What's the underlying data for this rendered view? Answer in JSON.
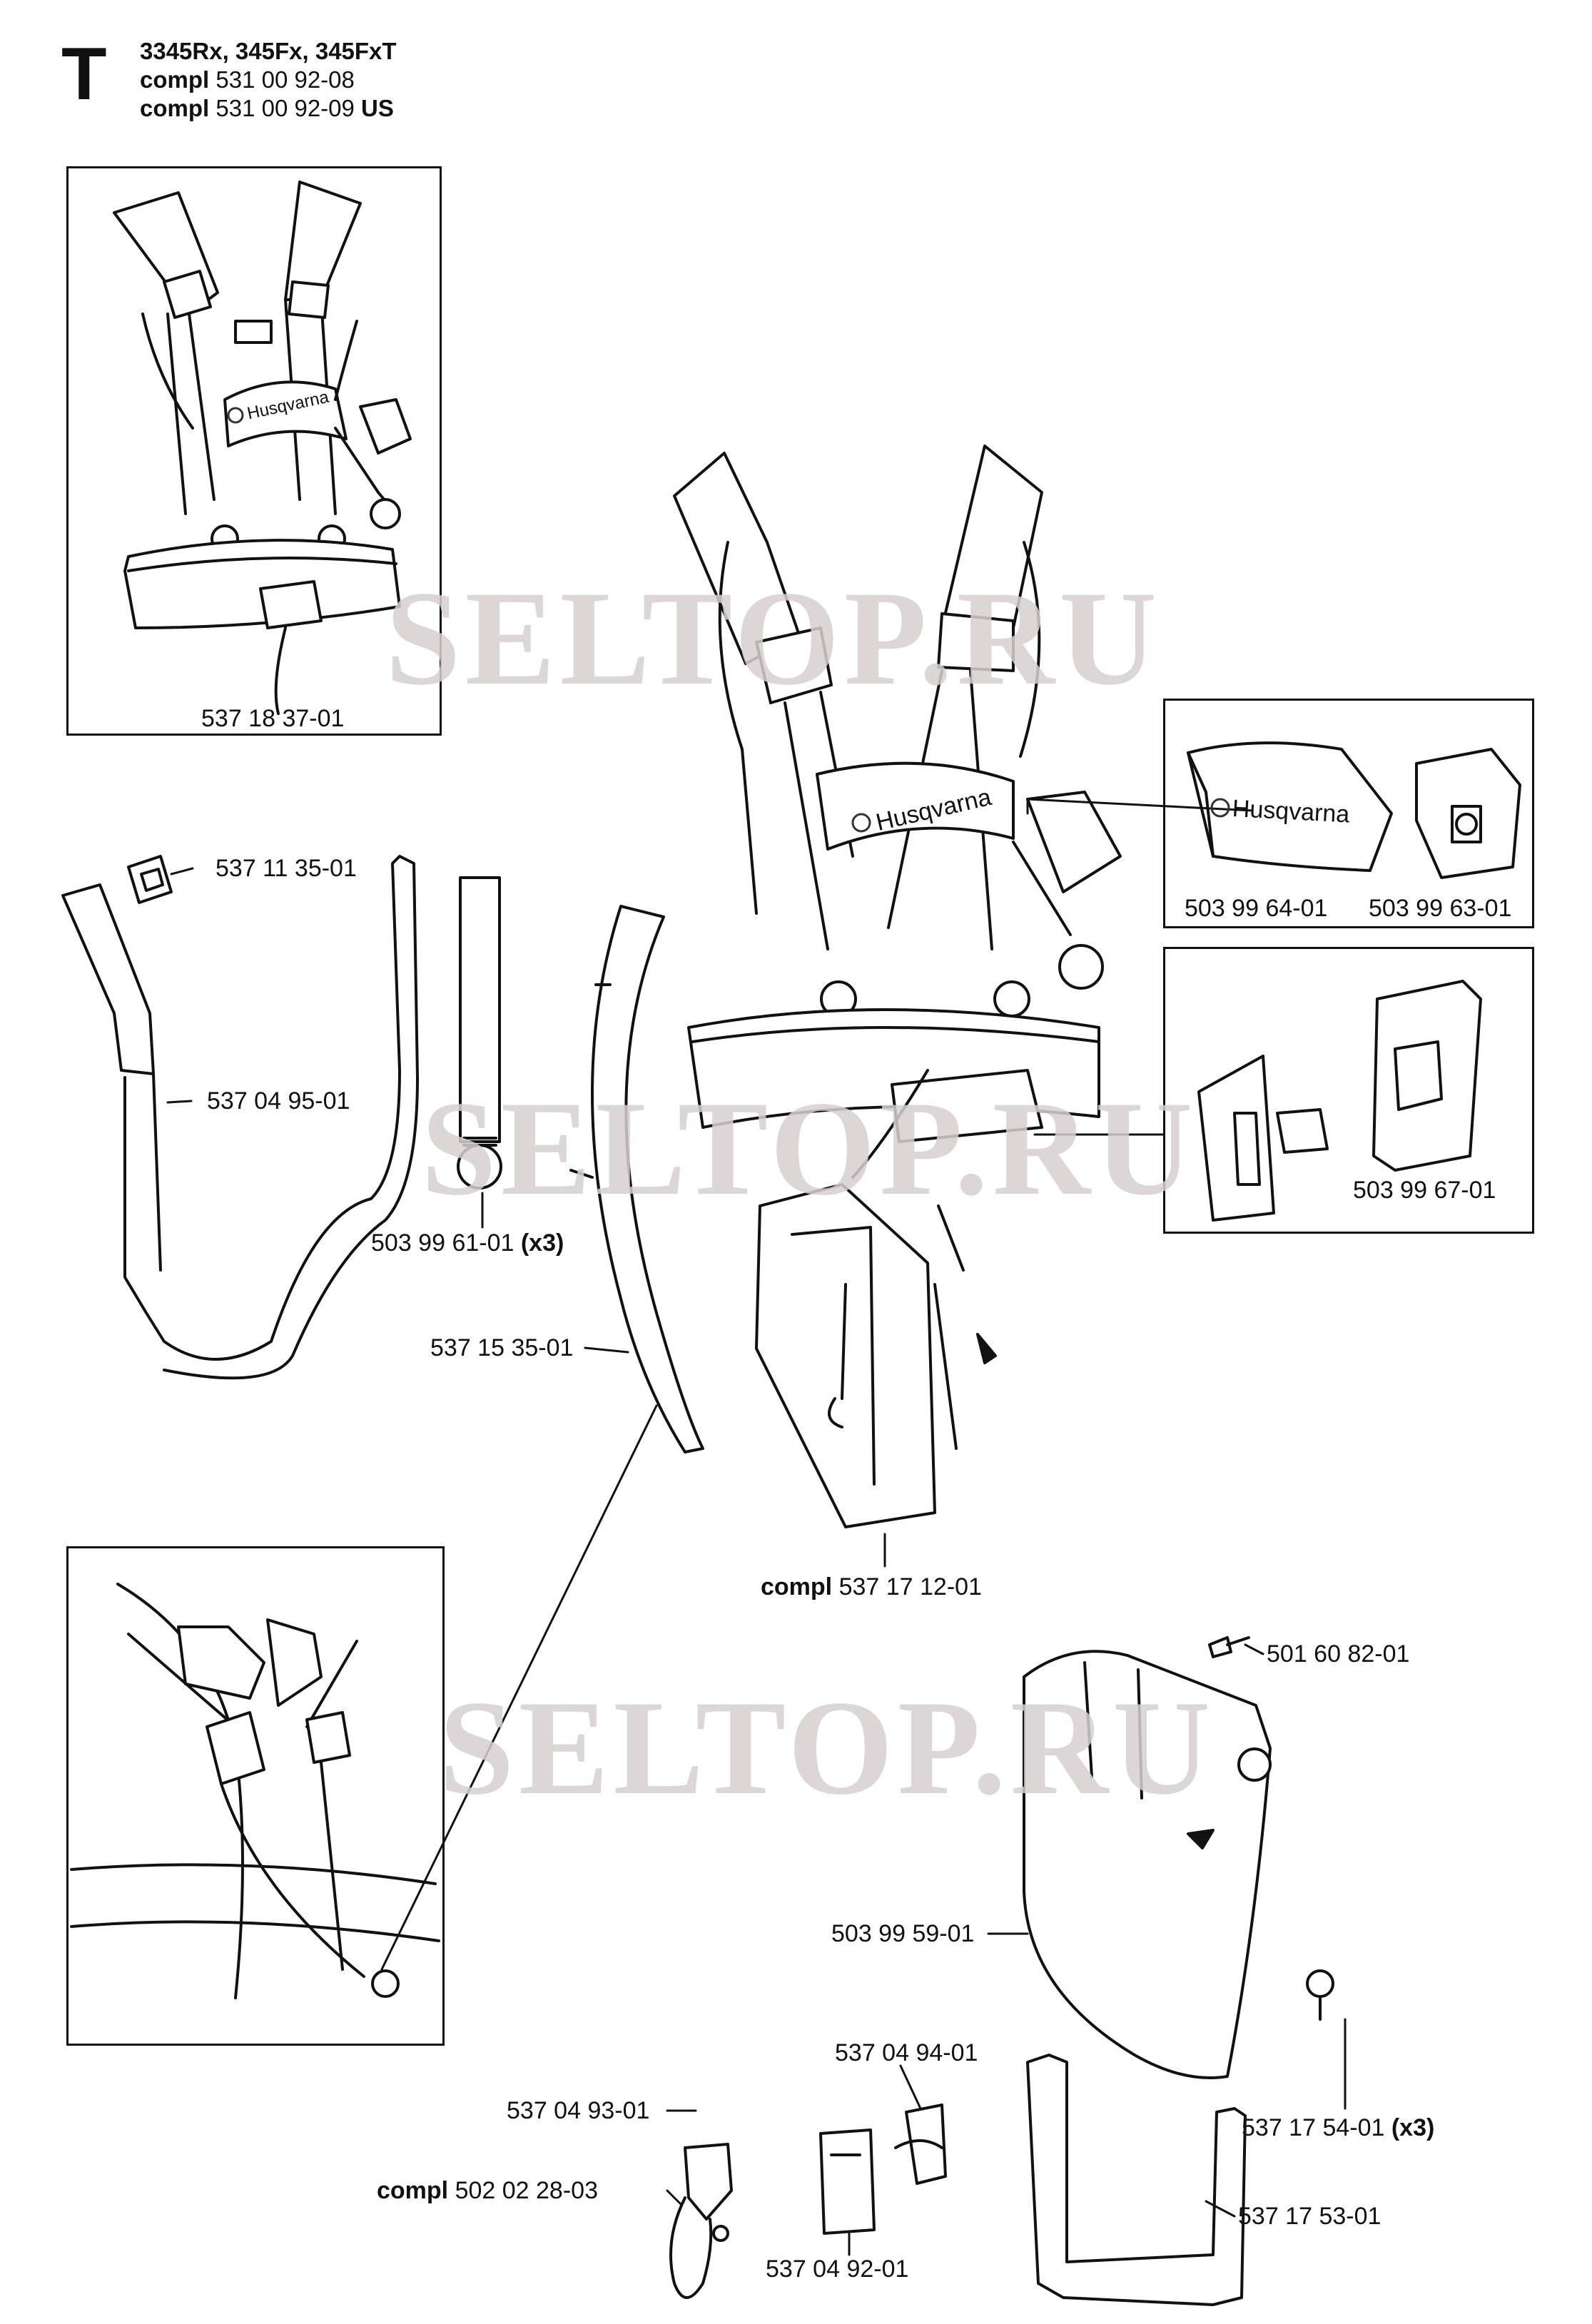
{
  "section_letter": "T",
  "header": {
    "models": "3345Rx, 345Fx, 345FxT",
    "compl_prefix": "compl",
    "kit_1": "531 00 92-08",
    "kit_2": "531 00 92-09",
    "us_suffix": "US"
  },
  "watermark": "SELTOP.RU",
  "logo_text": "Husqvarna",
  "parts": {
    "harness_preview": "537 18 37-01",
    "buckle_small": "537 11 35-01",
    "strap_curved": "537 04 95-01",
    "loop_strap": "503 99 61-01",
    "loop_strap_qty": "(x3)",
    "pad_strip": "537 15 35-01",
    "logo_pad": "503 99 64-01",
    "side_clip": "503 99 63-01",
    "buckle_set": "503 99 67-01",
    "main_harness_prefix": "compl",
    "main_harness": "537 17 12-01",
    "rivet": "501 60 82-01",
    "hip_pad": "503 99 59-01",
    "screw": "537 17 54-01",
    "screw_qty": "(x3)",
    "u_bar": "537 17 53-01",
    "clip_top": "537 04 94-01",
    "hook_strap": "537 04 93-01",
    "hook_assy_prefix": "compl",
    "hook_assy": "502 02 28-03",
    "clip_bottom": "537 04 92-01"
  }
}
